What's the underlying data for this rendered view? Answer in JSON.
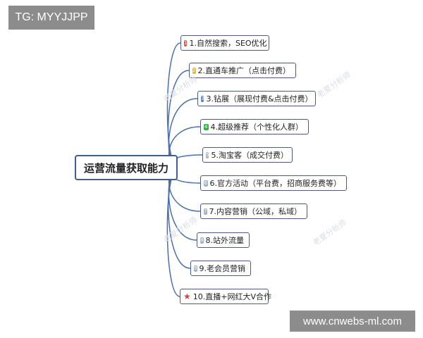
{
  "banners": {
    "tg": "TG: MYYJJPP",
    "site": "www.cnwebs-ml.com"
  },
  "mindmap": {
    "root": "运营流量获取能力",
    "branch_color": "#4a6fb0",
    "branches": [
      {
        "label": "1.自然搜索，SEO优化",
        "marker": "1",
        "color": "#d9534f"
      },
      {
        "label": "2.直通车推广（点击付费）",
        "marker": "2",
        "color": "#f0b429"
      },
      {
        "label": "3.钻展（展现付费&点击付费）",
        "marker": "3",
        "color": "#4a7fd0"
      },
      {
        "label": "4.超级推荐（个性化人群）",
        "marker": "4",
        "color": "#2fb344"
      },
      {
        "label": "5.淘宝客（成交付费）",
        "marker": "5",
        "color": "#9fb4c4"
      },
      {
        "label": "6.官方活动（平台费，招商服务费等）",
        "marker": "6",
        "color": "#9fb4c4"
      },
      {
        "label": "7.内容营销（公域，私域）",
        "marker": "7",
        "color": "#9fb4c4"
      },
      {
        "label": "8.站外流量",
        "marker": "8",
        "color": "#9fb4c4"
      },
      {
        "label": "9.老会员营销",
        "marker": "9",
        "color": "#9fb4c4"
      },
      {
        "label": "10.直播+网红大V合作",
        "marker": "star",
        "color": "#d64545"
      }
    ],
    "watermark": "老夏分析师"
  }
}
